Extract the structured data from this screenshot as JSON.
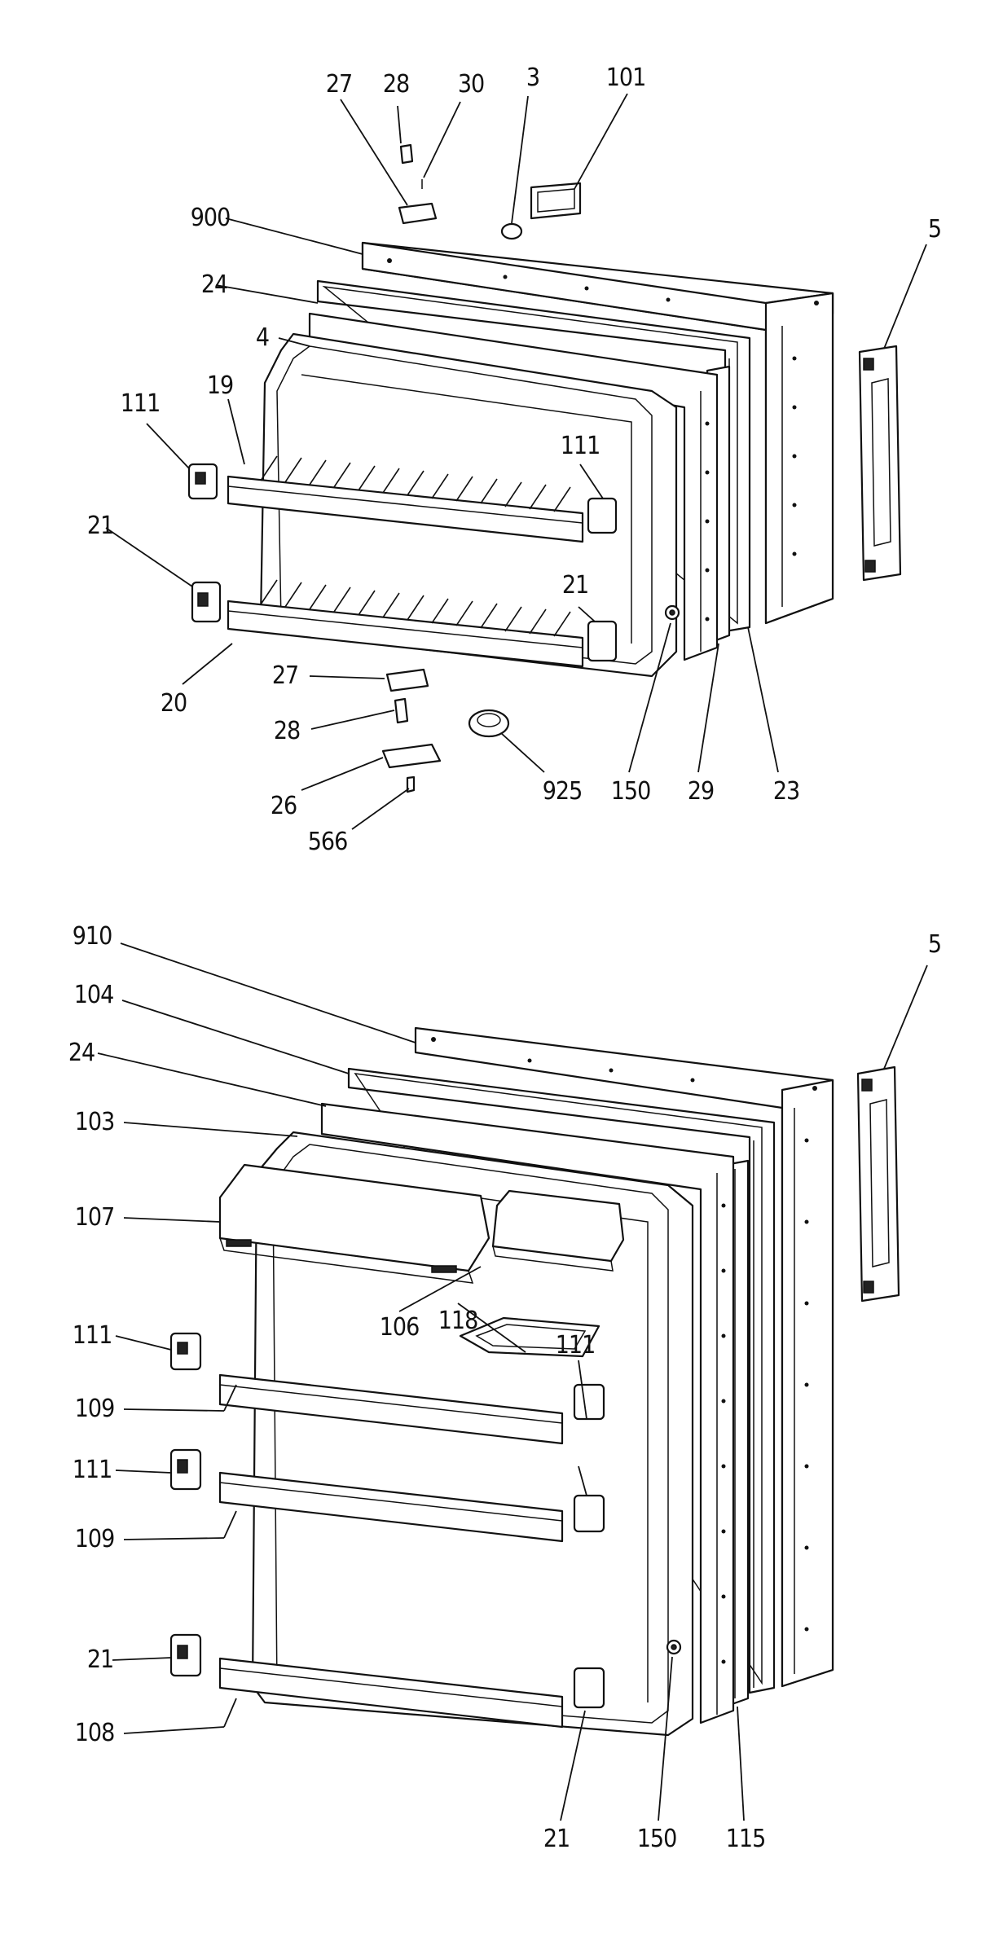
{
  "upper_assembly": {
    "callouts": [
      {
        "id": "u27a",
        "text": "27"
      },
      {
        "id": "u28a",
        "text": "28"
      },
      {
        "id": "u30",
        "text": "30"
      },
      {
        "id": "u3",
        "text": "3"
      },
      {
        "id": "u101",
        "text": "101"
      },
      {
        "id": "u900",
        "text": "900"
      },
      {
        "id": "u5",
        "text": "5"
      },
      {
        "id": "u24",
        "text": "24"
      },
      {
        "id": "u4",
        "text": "4"
      },
      {
        "id": "u111a",
        "text": "111"
      },
      {
        "id": "u19",
        "text": "19"
      },
      {
        "id": "u111b",
        "text": "111"
      },
      {
        "id": "u21a",
        "text": "21"
      },
      {
        "id": "u21b",
        "text": "21"
      },
      {
        "id": "u20",
        "text": "20"
      },
      {
        "id": "u27b",
        "text": "27"
      },
      {
        "id": "u28b",
        "text": "28"
      },
      {
        "id": "u26",
        "text": "26"
      },
      {
        "id": "u566",
        "text": "566"
      },
      {
        "id": "u925",
        "text": "925"
      },
      {
        "id": "u150",
        "text": "150"
      },
      {
        "id": "u29",
        "text": "29"
      },
      {
        "id": "u23",
        "text": "23"
      }
    ]
  },
  "lower_assembly": {
    "callouts": [
      {
        "id": "l910",
        "text": "910"
      },
      {
        "id": "l5",
        "text": "5"
      },
      {
        "id": "l104",
        "text": "104"
      },
      {
        "id": "l24",
        "text": "24"
      },
      {
        "id": "l103",
        "text": "103"
      },
      {
        "id": "l107",
        "text": "107"
      },
      {
        "id": "l111a",
        "text": "111"
      },
      {
        "id": "l109a",
        "text": "109"
      },
      {
        "id": "l106",
        "text": "106"
      },
      {
        "id": "l118",
        "text": "118"
      },
      {
        "id": "l111b",
        "text": "111"
      },
      {
        "id": "l111c",
        "text": "111"
      },
      {
        "id": "l109b",
        "text": "109"
      },
      {
        "id": "l21a",
        "text": "21"
      },
      {
        "id": "l108",
        "text": "108"
      },
      {
        "id": "l21b",
        "text": "21"
      },
      {
        "id": "l150",
        "text": "150"
      },
      {
        "id": "l115",
        "text": "115"
      }
    ]
  }
}
